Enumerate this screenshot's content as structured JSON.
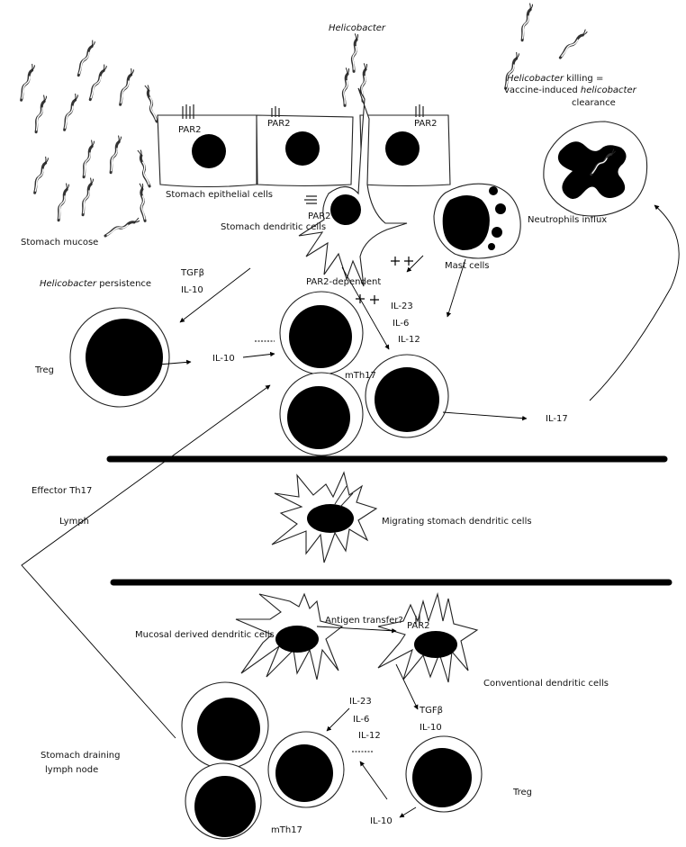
{
  "labels": {
    "helicobacter_top": "Helicobacter",
    "killing_1a": "Helicobacter",
    "killing_1b": " killing =",
    "killing_2a": "vaccine-induced ",
    "killing_2b": "helicobacter",
    "killing_3": "clearance",
    "par2_a": "PAR2",
    "par2_b": "PAR2",
    "par2_c": "PAR2",
    "par2_dc": "PAR2",
    "par2_ln": "PAR2",
    "stomach_epithelial": "Stomach epithelial cells",
    "stomach_dendritic": "Stomach dendritic cells",
    "neutrophils_influx": "Neutrophils influx",
    "stomach_mucose": "Stomach mucose",
    "mast_cells": "Mast cells",
    "par2_dependent": "PAR2-dependent",
    "persistence_a": "Helicobacter",
    "persistence_b": " persistence",
    "tgfb_top": "TGFβ",
    "il10_top": "IL-10",
    "il23_top": "IL-23",
    "il6_top": "IL-6",
    "il12_top": "IL-12",
    "treg_top": "Treg",
    "il10_mid": "IL-10",
    "mth17_top": "mTh17",
    "il17": "IL-17",
    "effector_th17": "Effector Th17",
    "lymph": "Lymph",
    "migrating_dc": "Migrating stomach dendritic cells",
    "mucosal_dc": "Mucosal derived dendritic cells",
    "antigen_transfer": "Antigen transfer?",
    "conventional_dc": "Conventional dendritic cells",
    "il23_bot": "IL-23",
    "il6_bot": "IL-6",
    "il12_bot": "IL-12",
    "tgfb_bot": "TGFβ",
    "il10_bot_r": "IL-10",
    "draining_1": "Stomach draining",
    "draining_2": "lymph node",
    "treg_bot": "Treg",
    "il10_bot": "IL-10",
    "mth17_bot": "mTh17"
  },
  "colors": {
    "ink": "#000000",
    "line": "#222222",
    "background": "#ffffff"
  },
  "icons": [
    "helicobacter-bacterium-icon",
    "plus-sign-icon",
    "dashed-inhibition-icon"
  ]
}
